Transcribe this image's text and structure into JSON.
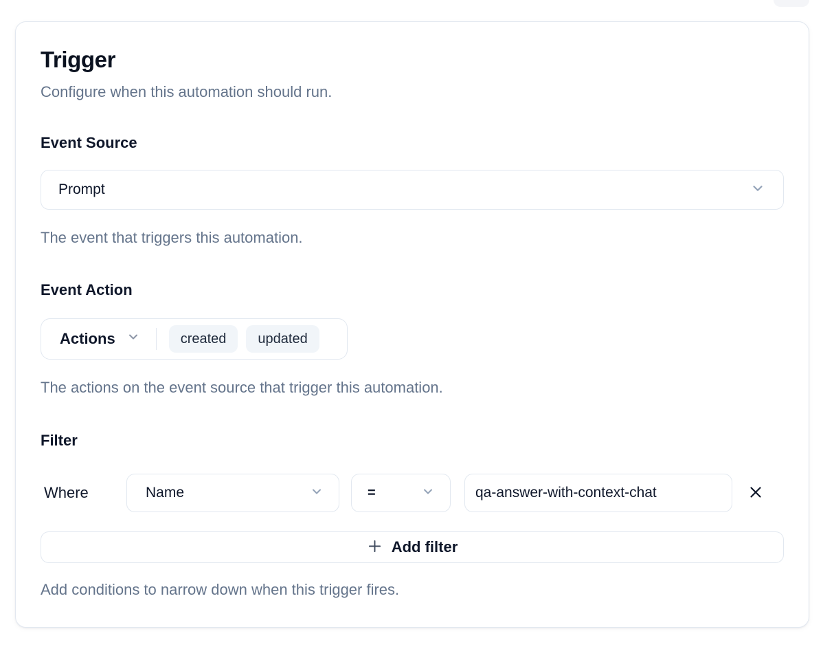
{
  "colors": {
    "border": "#e2e8f0",
    "dark_text": "#0f172a",
    "muted_text": "#64748b",
    "chip_background": "#f1f5f9",
    "chevron": "#94a3b8"
  },
  "icons": {
    "event_source_dropdown": "chevron-down-icon",
    "actions_dropdown": "chevron-down-icon",
    "field_dropdown": "chevron-down-icon",
    "operator_dropdown": "chevron-down-icon",
    "remove_filter": "x-icon",
    "add_filter": "plus-icon"
  },
  "card": {
    "title": "Trigger",
    "subtitle": "Configure when this automation should run.",
    "sections": {
      "event_source": {
        "label": "Event Source",
        "select_value": "Prompt",
        "helper": "The event that triggers this automation."
      },
      "event_action": {
        "label": "Event Action",
        "dropdown_label": "Actions",
        "tags": [
          "created",
          "updated"
        ],
        "helper": "The actions on the event source that trigger this automation."
      },
      "filter": {
        "label": "Filter",
        "where_label": "Where",
        "field_select_value": "Name",
        "operator_select_value": "=",
        "value_input": "qa-answer-with-context-chat",
        "add_filter_label": "Add filter",
        "helper": "Add conditions to narrow down when this trigger fires."
      }
    }
  }
}
